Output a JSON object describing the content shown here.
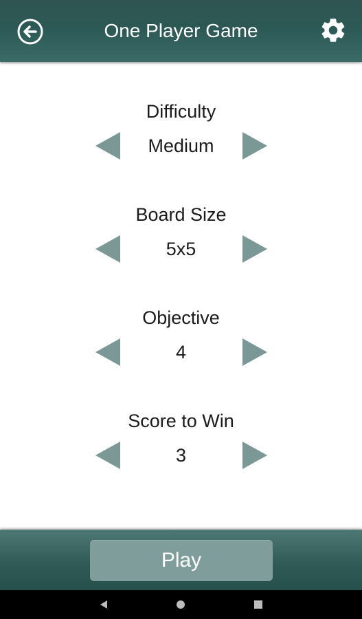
{
  "header": {
    "title": "One Player Game",
    "back_icon": "back-arrow-icon",
    "settings_icon": "gear-icon"
  },
  "options": [
    {
      "label": "Difficulty",
      "value": "Medium"
    },
    {
      "label": "Board Size",
      "value": "5x5"
    },
    {
      "label": "Objective",
      "value": "4"
    },
    {
      "label": "Score to Win",
      "value": "3"
    }
  ],
  "footer": {
    "play_label": "Play"
  },
  "navigation": {
    "back_icon": "nav-back-icon",
    "home_icon": "nav-home-icon",
    "recents_icon": "nav-recents-icon"
  },
  "colors": {
    "header": "#2c5955",
    "arrow": "#7a9895",
    "play_button": "#7f9e9b",
    "nav_bar": "#000000"
  }
}
